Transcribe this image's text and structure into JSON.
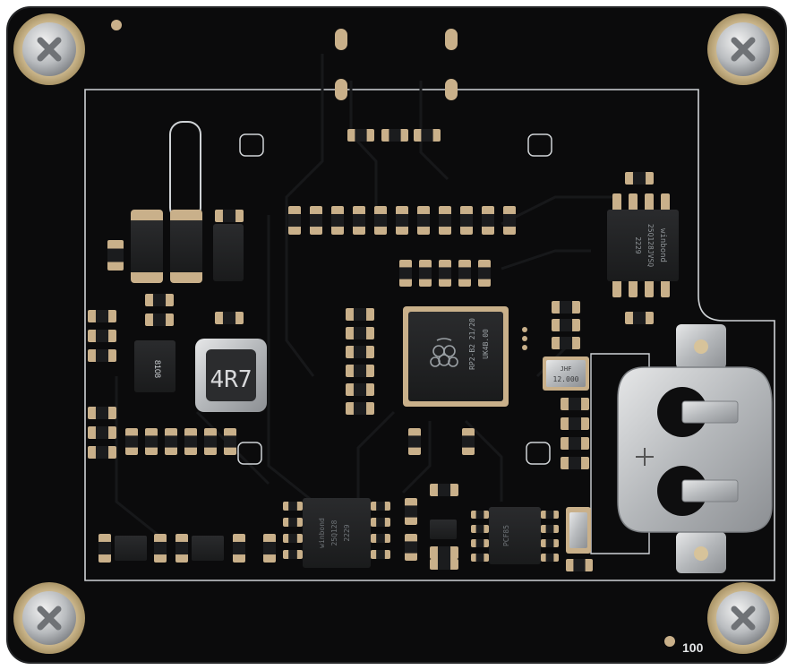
{
  "board": {
    "inductor_label": "4R7",
    "rp2040": {
      "line1": "RP2-B2 21/20",
      "line2": "UK4B.00"
    },
    "flash_top": {
      "brand": "winbond",
      "line1": "25Q128JVSQ",
      "line2": "2229"
    },
    "flash_bottom": {
      "brand": "winbond",
      "line1": "25Q128",
      "line2": "2229"
    },
    "crystal": {
      "line1": "JHF",
      "line2": "12.000"
    },
    "ic_left": "8108",
    "ic_bottom_right": "PCF85",
    "corner_number": "100"
  },
  "colors": {
    "board": "#0b0b0c",
    "copper_pad": "#c9b08a",
    "silkscreen": "#cfd3d6",
    "metal": "#c7c9cc"
  }
}
